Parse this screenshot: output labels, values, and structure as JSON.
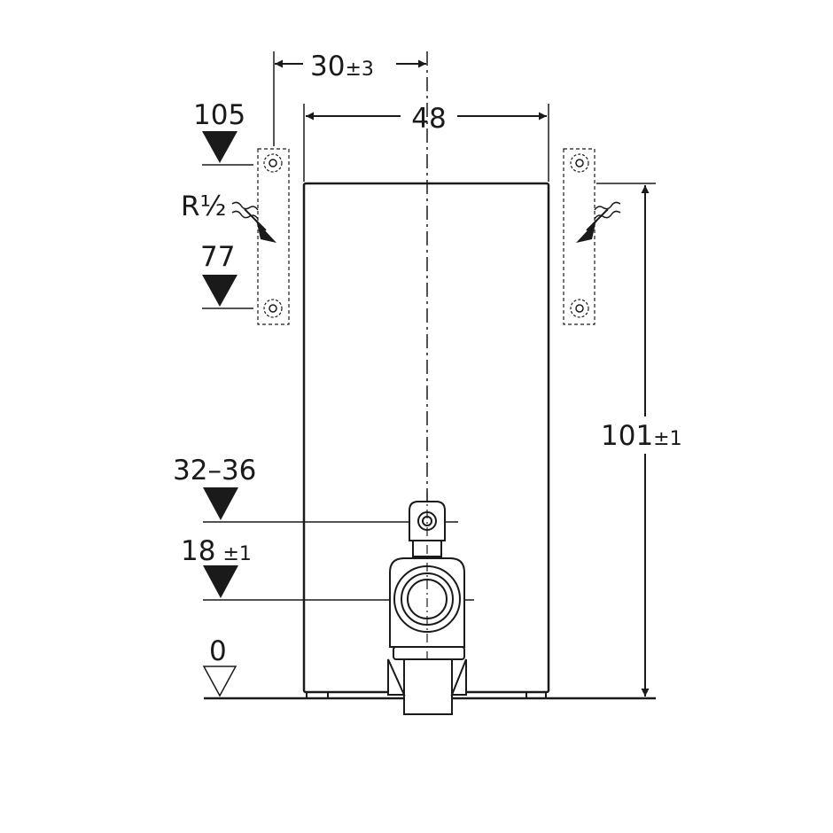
{
  "colors": {
    "stroke": "#1a1a1a",
    "background": "#ffffff"
  },
  "dimensions": {
    "offset": {
      "value": "30",
      "tolerance": "±3"
    },
    "width": {
      "value": "48"
    },
    "height": {
      "value": "101",
      "tolerance": "±1"
    }
  },
  "levels": {
    "top_connection": "105",
    "bottom_connection": "77",
    "drain_upper": "32–36",
    "drain_lower_value": "18",
    "drain_lower_tolerance": "±1",
    "floor": "0"
  },
  "thread": {
    "label_main": "R",
    "label_fraction": "½"
  },
  "icons": {
    "level_marker": "filled-triangle-down-icon",
    "floor_marker": "outline-triangle-down-icon",
    "water_inlet": "water-inlet-arrow-icon",
    "bracket_screw": "screw-icon"
  }
}
